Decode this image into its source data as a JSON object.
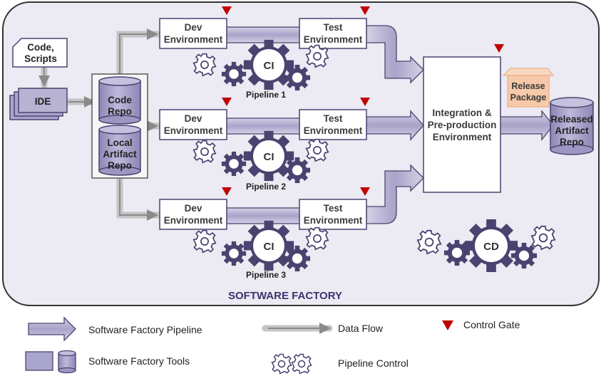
{
  "factory": {
    "title": "SOFTWARE FACTORY"
  },
  "code_scripts": {
    "line1": "Code,",
    "line2": "Scripts"
  },
  "ide": {
    "label": "IDE"
  },
  "code_repo": {
    "line1": "Code",
    "line2": "Repo"
  },
  "local_repo": {
    "line1": "Local",
    "line2": "Artifact",
    "line3": "Repo"
  },
  "dev_env": {
    "line1": "Dev",
    "line2": "Environment"
  },
  "test_env": {
    "line1": "Test",
    "line2": "Environment"
  },
  "ci": {
    "label": "CI"
  },
  "cd": {
    "label": "CD"
  },
  "pipelines": [
    {
      "label": "Pipeline 1"
    },
    {
      "label": "Pipeline 2"
    },
    {
      "label": "Pipeline 3"
    }
  ],
  "integration": {
    "line1": "Integration &",
    "line2": "Pre-production",
    "line3": "Environment"
  },
  "release_package": {
    "line1": "Release",
    "line2": "Package"
  },
  "released_repo": {
    "line1": "Released",
    "line2": "Artifact",
    "line3": "Repo"
  },
  "legend": {
    "pipeline": "Software Factory Pipeline",
    "tools": "Software Factory Tools",
    "data_flow": "Data Flow",
    "control": "Pipeline Control",
    "gate": "Control Gate"
  },
  "colors": {
    "pipe_fill": "#b7b3d3",
    "tool_fill": "#a9a5cc",
    "outline": "#4a4370",
    "gear": "#4a4370",
    "gate": "#c00000",
    "flow": "#9a9a9a",
    "package": "#f7c9a8",
    "factory_bg": "#eceaf2"
  }
}
